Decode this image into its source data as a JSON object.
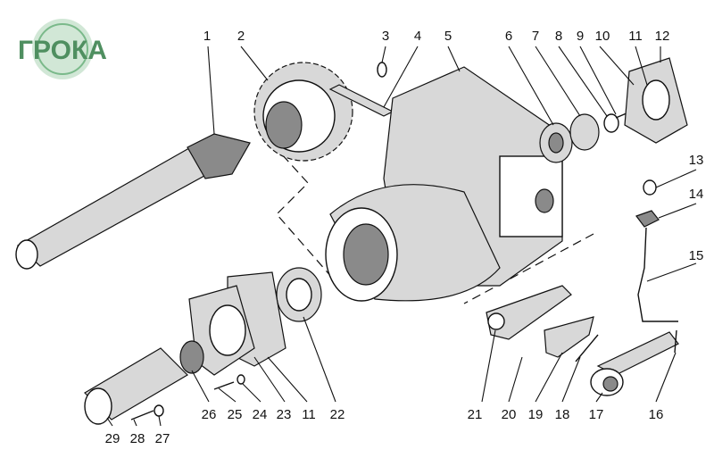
{
  "diagram": {
    "type": "exploded-parts-view",
    "labels": [
      "1",
      "2",
      "3",
      "4",
      "5",
      "6",
      "7",
      "8",
      "9",
      "10",
      "11",
      "12",
      "13",
      "14",
      "15",
      "16",
      "17",
      "18",
      "19",
      "20",
      "21",
      "22",
      "11",
      "23",
      "24",
      "25",
      "26",
      "27",
      "28",
      "29"
    ]
  },
  "logo": {
    "text": "ГРОКА",
    "color": "#7ab98a"
  }
}
